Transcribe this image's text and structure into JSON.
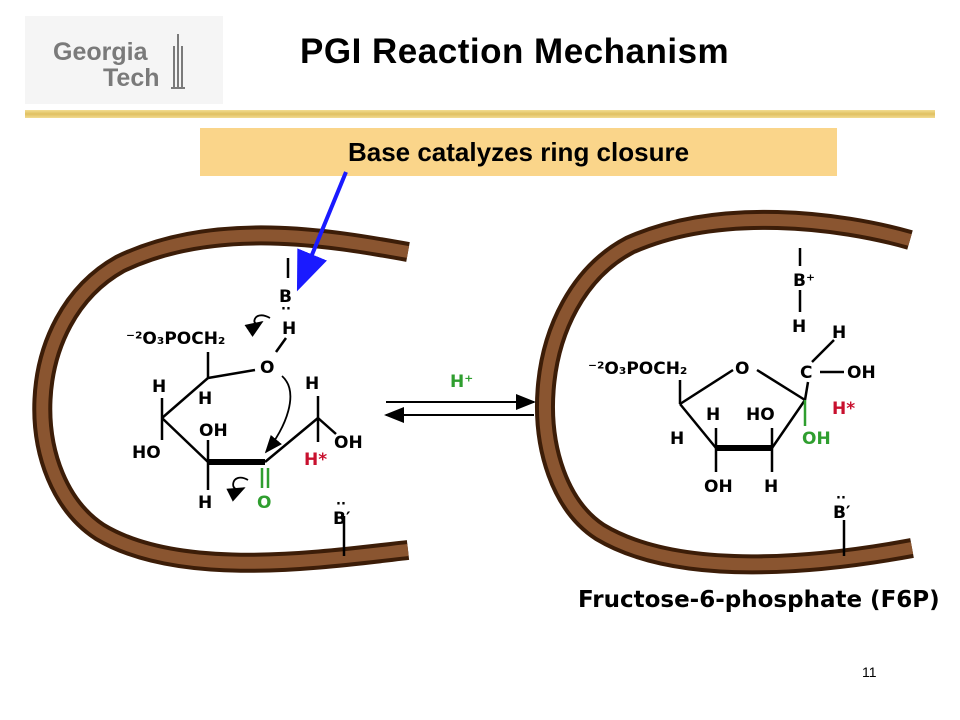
{
  "slide": {
    "title": "PGI Reaction Mechanism",
    "subtitle": "Base catalyzes ring closure",
    "page_number": "11",
    "logo": {
      "line1": "Georgia",
      "line2": "Tech"
    },
    "colors": {
      "banner": "#fad58a",
      "rule": "#e0c061",
      "enzyme_pocket": "#6b3a1c",
      "pointer_arrow": "#1a1aff",
      "label_red": "#c8102e",
      "label_green": "#2f9e2f"
    }
  },
  "left_structure": {
    "base_top": "B",
    "base_top_lone_pair": "··",
    "base_top_h": "H",
    "phosphate": "⁻²O₃POCH₂",
    "ring_o": "O",
    "c2_h": "H",
    "c3_ho": "HO",
    "c3_h": "H",
    "c4_oh": "OH",
    "c4_h": "H",
    "c5_h": "H",
    "c5_oh": "OH",
    "c5_h_star": "H*",
    "carbonyl_o": "O",
    "base_bottom": "B′",
    "base_bottom_lone_pair": "··"
  },
  "arrows": {
    "label": "H⁺"
  },
  "right_structure": {
    "base_top": "B⁺",
    "base_top_h": "H",
    "phosphate": "⁻²O₃POCH₂",
    "ring_o": "O",
    "c_anomeric": "C",
    "c_h": "H",
    "c_oh": "OH",
    "h_star": "H*",
    "ring_h_left": "H",
    "ring_h_inner": "H",
    "ring_ho_inner": "HO",
    "ring_oh_green": "OH",
    "ring_oh_bottom": "OH",
    "ring_h_bottom": "H",
    "base_bottom": "B′",
    "base_bottom_lone_pair": "··",
    "caption": "Fructose-6-phosphate (F6P)"
  }
}
